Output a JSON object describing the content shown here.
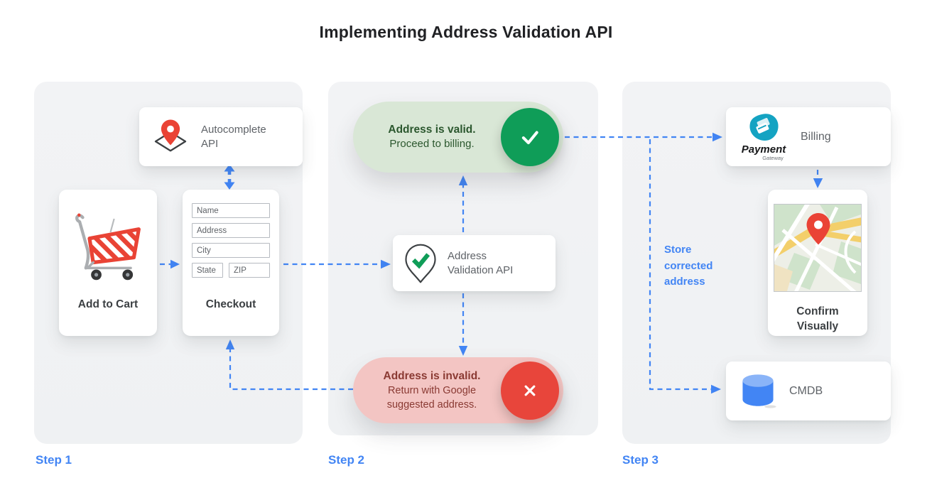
{
  "title": "Implementing Address Validation API",
  "colors": {
    "blue": "#4285f4",
    "green": "#0f9d58",
    "green_pill_bg": "#d9e7d6",
    "green_pill_text": "#2b572e",
    "red": "#e8453b",
    "red_pill_bg": "#f3c5c3",
    "red_pill_text": "#8a3a33",
    "panel_bg": "#f1f3f4",
    "pin_red": "#ea4335",
    "teal_logo": "#14a3c2"
  },
  "step_labels": [
    "Step 1",
    "Step 2",
    "Step 3"
  ],
  "step1": {
    "autocomplete": {
      "label": "Autocomplete API",
      "icon": "map-pin-diamond-icon"
    },
    "add_to_cart": {
      "label": "Add to Cart",
      "icon": "shopping-cart-icon"
    },
    "checkout": {
      "label": "Checkout",
      "fields": [
        "Name",
        "Address",
        "City",
        "State",
        "ZIP"
      ]
    }
  },
  "step2": {
    "valid": {
      "title": "Address is valid.",
      "subtitle": "Proceed to billing.",
      "icon": "check-circle-icon"
    },
    "validation_api": {
      "label": "Address Validation API",
      "icon": "map-pin-check-icon"
    },
    "invalid": {
      "title": "Address is invalid.",
      "subtitle": "Return with Google suggested address.",
      "icon": "x-circle-icon"
    }
  },
  "step3": {
    "billing": {
      "label": "Billing",
      "logo_title": "Payment",
      "logo_subtitle": "Gateway",
      "icon": "payment-gateway-logo"
    },
    "confirm": {
      "label": "Confirm Visually",
      "icon": "map-thumbnail-icon"
    },
    "cmdb": {
      "label": "CMDB",
      "icon": "database-icon"
    },
    "store_note": "Store corrected address"
  }
}
